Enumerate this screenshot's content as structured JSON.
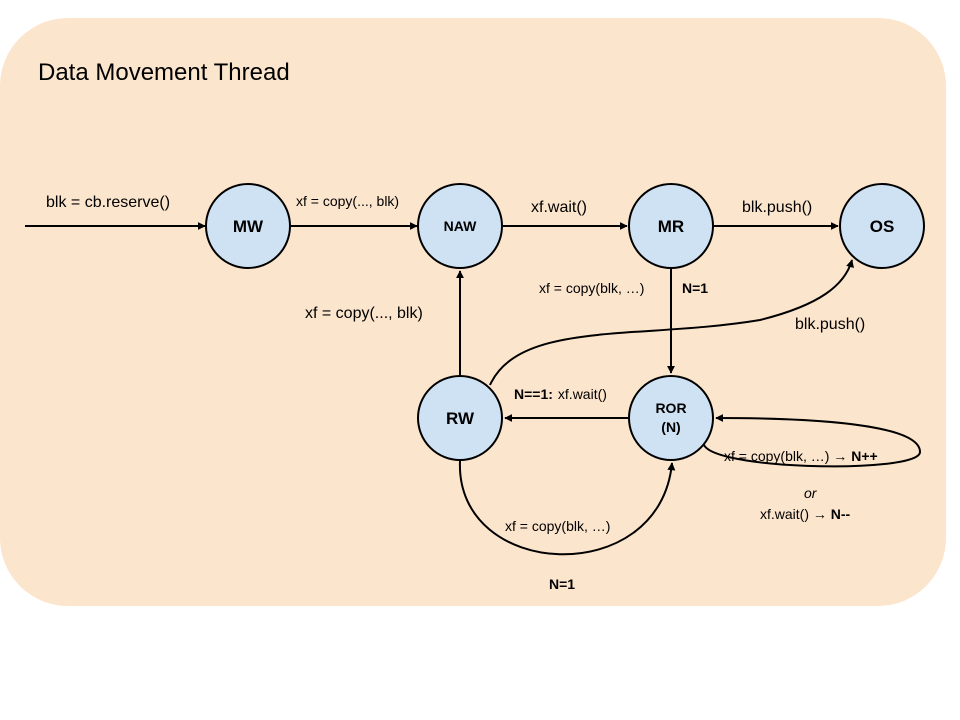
{
  "colors": {
    "background_panel": "#fce5cd",
    "node_fill": "#cfe2f3",
    "stroke": "#000000"
  },
  "title": "Data Movement Thread",
  "nodes": {
    "mw": "MW",
    "naw": "NAW",
    "mr": "MR",
    "os": "OS",
    "rw": "RW",
    "ror_line1": "ROR",
    "ror_line2": "(N)"
  },
  "edges": {
    "entry": "blk = cb.reserve()",
    "mw_naw": "xf = copy(..., blk)",
    "naw_mr": "xf.wait()",
    "mr_os": "blk.push()",
    "mr_ror": "xf = copy(blk, …)",
    "mr_ror_cond": "N=1",
    "rw_naw": "xf = copy(..., blk)",
    "rw_os": "blk.push()",
    "ror_rw_cond": "N==1:",
    "ror_rw": "xf.wait()",
    "rw_ror_bottom": "xf = copy(blk, …)",
    "rw_ror_bottom_cond": "N=1",
    "ror_self_1": "xf = copy(blk, …) → ",
    "ror_self_1_bold": "N++",
    "ror_self_or": "or",
    "ror_self_2": "xf.wait() → ",
    "ror_self_2_bold": "N--"
  }
}
